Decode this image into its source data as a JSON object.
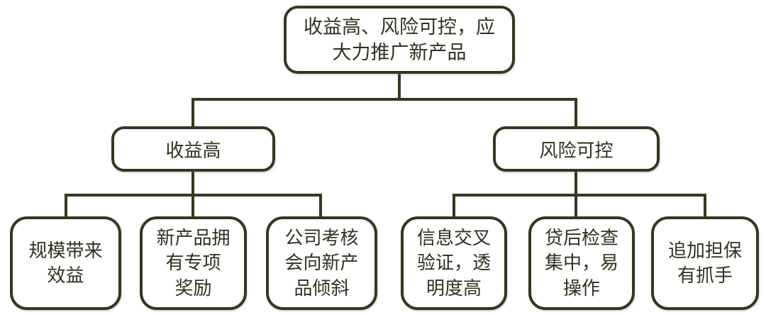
{
  "diagram": {
    "colors": {
      "line_and_border": "#38361f",
      "text": "#32301f",
      "background": "#ffffff"
    },
    "root": {
      "label": "收益高、风险可控，应大力推广新产品",
      "display": "收益高、风险可控，应\n大力推广新产品"
    },
    "branches": [
      {
        "label": "收益高",
        "display": "收益高",
        "children": [
          {
            "label": "规模带来效益",
            "display": "规模带来\n效益"
          },
          {
            "label": "新产品拥有专项奖励",
            "display": "新产品拥\n有专项\n奖励"
          },
          {
            "label": "公司考核会向新产品倾斜",
            "display": "公司考核\n会向新产\n品倾斜"
          }
        ]
      },
      {
        "label": "风险可控",
        "display": "风险可控",
        "children": [
          {
            "label": "信息交叉验证，透明度高",
            "display": "信息交叉\n验证，透\n明度高"
          },
          {
            "label": "贷后检查集中，易操作",
            "display": "贷后检查\n集中，易\n操作"
          },
          {
            "label": "追加担保有抓手",
            "display": "追加担保\n有抓手"
          }
        ]
      }
    ]
  }
}
